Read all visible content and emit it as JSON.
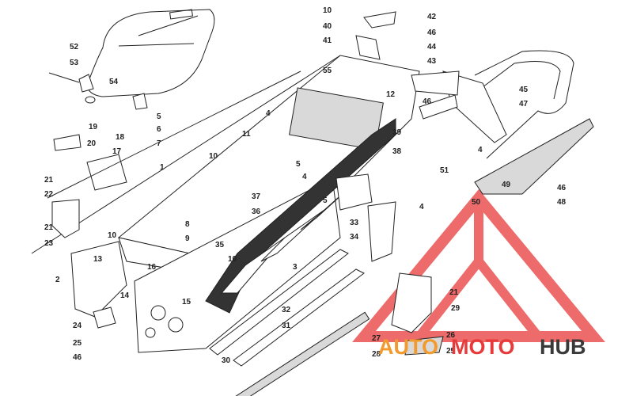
{
  "labels": [
    "10",
    "42",
    "40",
    "46",
    "41",
    "52",
    "53",
    "54",
    "44",
    "43",
    "55",
    "45",
    "12",
    "46",
    "47",
    "5",
    "6",
    "7",
    "4",
    "11",
    "39",
    "19",
    "18",
    "20",
    "17",
    "1",
    "38",
    "4",
    "51",
    "10",
    "5",
    "49",
    "46",
    "48",
    "21",
    "22",
    "37",
    "4",
    "5",
    "50",
    "36",
    "8",
    "9",
    "33",
    "4",
    "21",
    "23",
    "10",
    "13",
    "16",
    "2",
    "34",
    "35",
    "10",
    "3",
    "14",
    "15",
    "21",
    "32",
    "29",
    "24",
    "31",
    "25",
    "46",
    "27",
    "28",
    "26",
    "25",
    "30"
  ],
  "watermark": {
    "brand_part1": "AUTO",
    "brand_part2": "MOTO",
    "brand_part3": "HUB",
    "color_orange": "#f29a2e",
    "color_red": "#e83a3a",
    "color_dark": "#3a3a3a"
  }
}
